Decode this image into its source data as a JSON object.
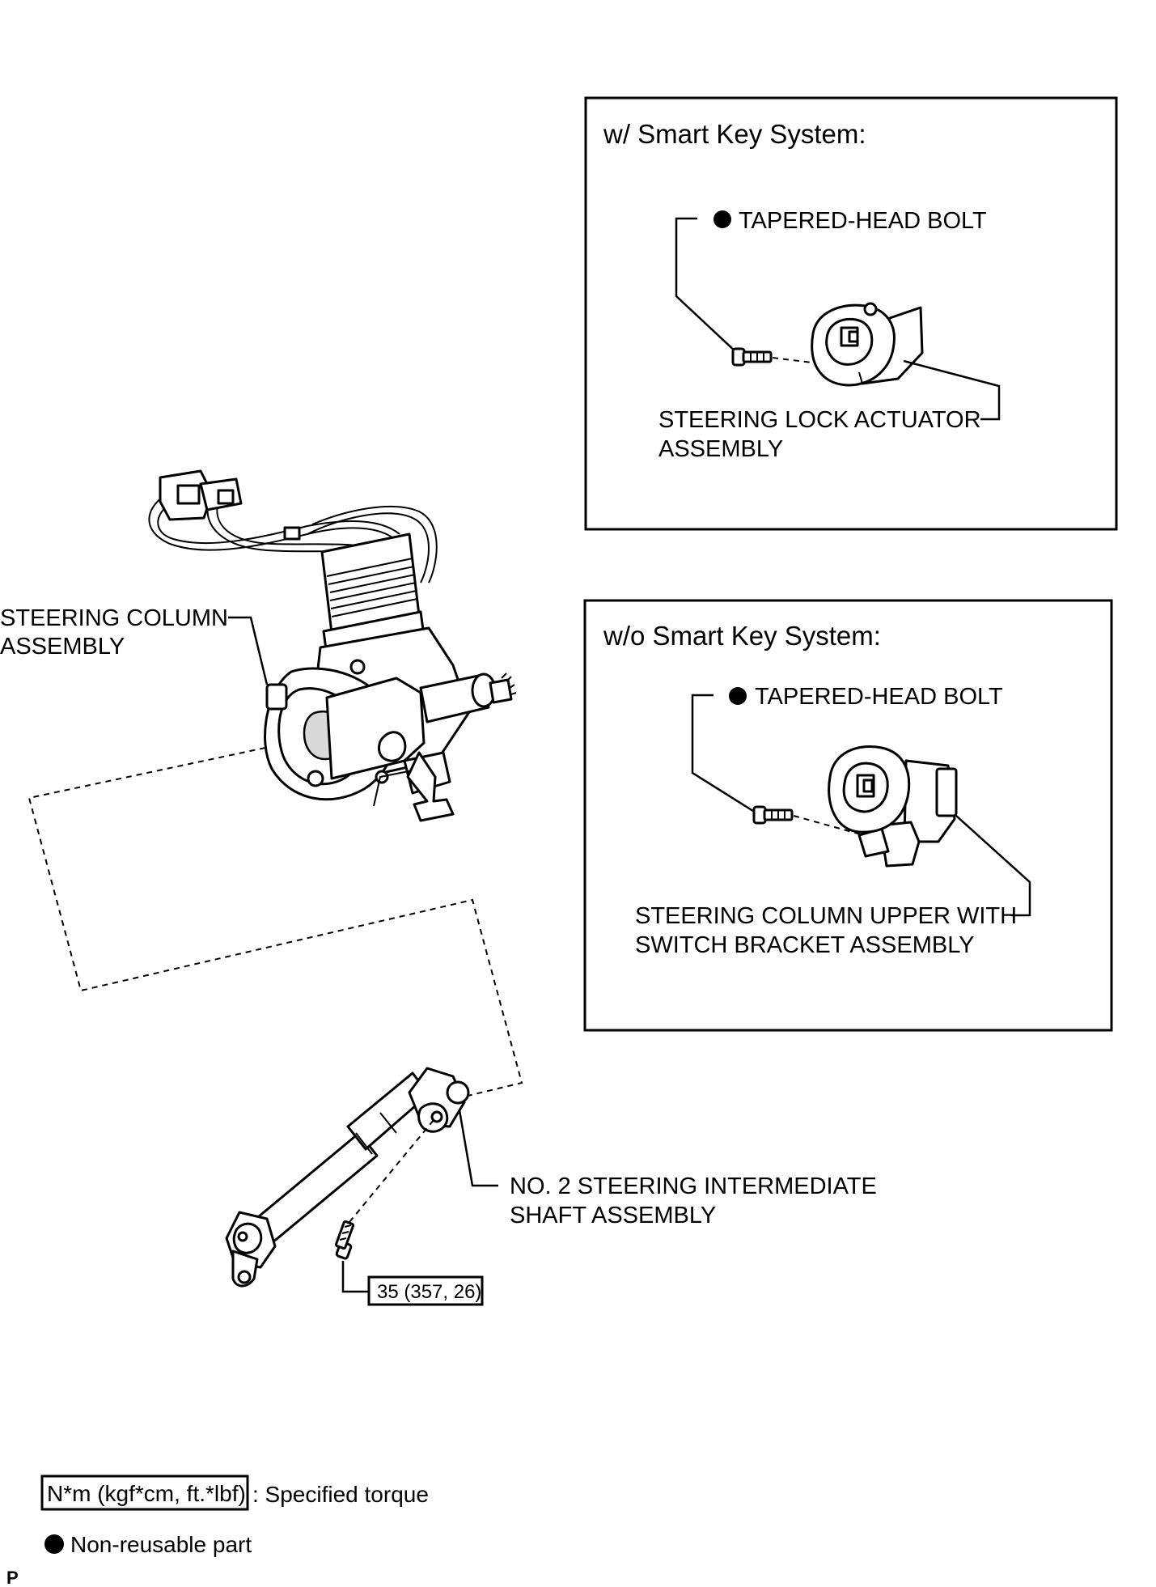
{
  "insets": {
    "smart_key": {
      "title": "w/ Smart Key System:",
      "bolt_label": "TAPERED-HEAD BOLT",
      "actuator_label": [
        "STEERING LOCK ACTUATOR",
        "ASSEMBLY"
      ]
    },
    "no_smart_key": {
      "title": "w/o Smart Key System:",
      "bolt_label": "TAPERED-HEAD BOLT",
      "bracket_label": [
        "STEERING COLUMN UPPER WITH",
        "SWITCH BRACKET ASSEMBLY"
      ]
    }
  },
  "main": {
    "column_label": [
      "STEERING COLUMN",
      "ASSEMBLY"
    ],
    "shaft_label": [
      "NO. 2 STEERING INTERMEDIATE",
      "SHAFT ASSEMBLY"
    ],
    "torque_value": "35 (357, 26)"
  },
  "legend": {
    "torque_box": "N*m (kgf*cm, ft.*lbf)",
    "torque_desc": ": Specified torque",
    "nonreusable_desc": "Non-reusable part"
  },
  "corner_mark": "P"
}
